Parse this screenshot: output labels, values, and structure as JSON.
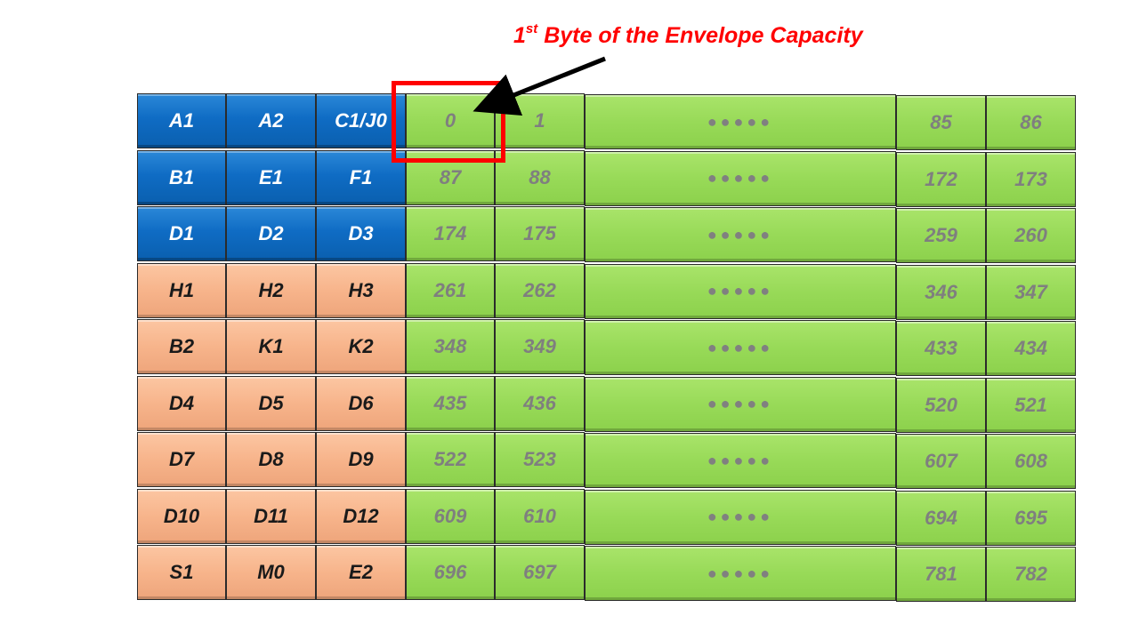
{
  "annotation": {
    "title_prefix": "1",
    "title_sup": "st",
    "title_rest": " Byte of the Envelope Capacity"
  },
  "colors": {
    "header_blue": "#0f6cc4",
    "header_orange": "#f7b48b",
    "payload_green": "#98da58",
    "highlight_red": "#ff0000"
  },
  "grid": {
    "dots_label": "●●●●●",
    "rows": [
      {
        "header": [
          "A1",
          "A2",
          "C1/J0"
        ],
        "header_color": "blue",
        "payload": [
          "0",
          "1",
          "85",
          "86"
        ]
      },
      {
        "header": [
          "B1",
          "E1",
          "F1"
        ],
        "header_color": "blue",
        "payload": [
          "87",
          "88",
          "172",
          "173"
        ]
      },
      {
        "header": [
          "D1",
          "D2",
          "D3"
        ],
        "header_color": "blue",
        "payload": [
          "174",
          "175",
          "259",
          "260"
        ]
      },
      {
        "header": [
          "H1",
          "H2",
          "H3"
        ],
        "header_color": "orange",
        "payload": [
          "261",
          "262",
          "346",
          "347"
        ]
      },
      {
        "header": [
          "B2",
          "K1",
          "K2"
        ],
        "header_color": "orange",
        "payload": [
          "348",
          "349",
          "433",
          "434"
        ]
      },
      {
        "header": [
          "D4",
          "D5",
          "D6"
        ],
        "header_color": "orange",
        "payload": [
          "435",
          "436",
          "520",
          "521"
        ]
      },
      {
        "header": [
          "D7",
          "D8",
          "D9"
        ],
        "header_color": "orange",
        "payload": [
          "522",
          "523",
          "607",
          "608"
        ]
      },
      {
        "header": [
          "D10",
          "D11",
          "D12"
        ],
        "header_color": "orange",
        "payload": [
          "609",
          "610",
          "694",
          "695"
        ]
      },
      {
        "header": [
          "S1",
          "M0",
          "E2"
        ],
        "header_color": "orange",
        "payload": [
          "696",
          "697",
          "781",
          "782"
        ]
      }
    ]
  }
}
